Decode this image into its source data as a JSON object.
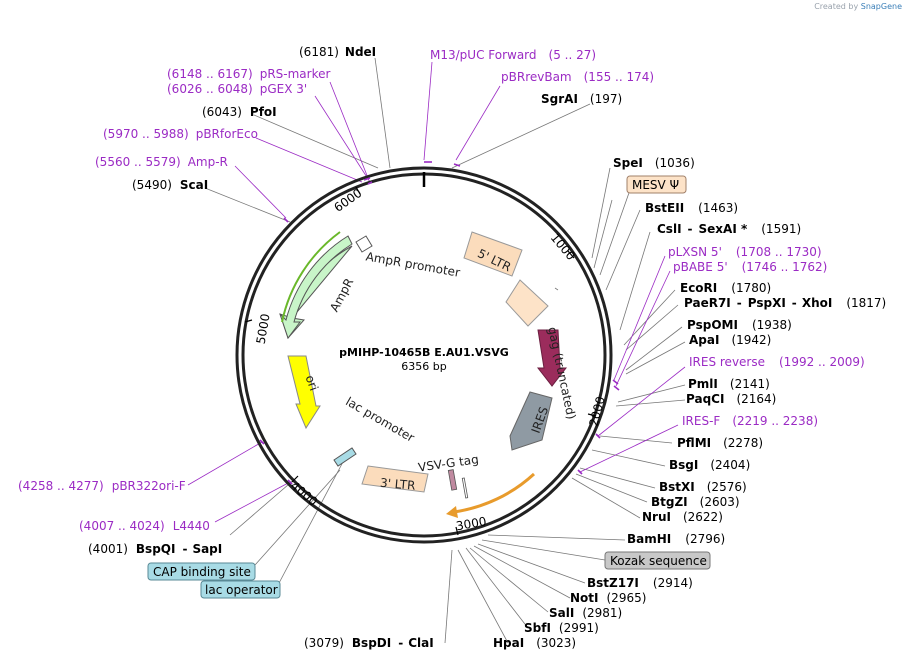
{
  "credit": {
    "prefix": "Created by",
    "brand": "SnapGene"
  },
  "plasmid": {
    "name": "pMIHP-10465B E.AU1.VSVG",
    "size": "6356 bp"
  },
  "ruler": [
    "1000",
    "2000",
    "3000",
    "4000",
    "5000",
    "6000"
  ],
  "features": {
    "ampr_promoter": "AmpR promoter",
    "ampr": "AmpR",
    "ltr5": "5' LTR",
    "gag": "gag (truncated)",
    "ires": "IRES",
    "ori": "ori",
    "lac_promoter": "lac promoter",
    "vsvg": "VSV-G tag",
    "ltr3": "3' LTR"
  },
  "labels": {
    "ndei": {
      "pos": "(6181)",
      "name": "NdeI"
    },
    "m13": {
      "name": "M13/pUC Forward",
      "range": "(5 .. 27)"
    },
    "prs": {
      "range": "(6148 .. 6167)",
      "name": "pRS-marker"
    },
    "pgex": {
      "range": "(6026 .. 6048)",
      "name": "pGEX 3'"
    },
    "pbrrev": {
      "name": "pBRrevBam",
      "range": "(155 .. 174)"
    },
    "sgrai": {
      "name": "SgrAI",
      "pos": "(197)"
    },
    "pfoi": {
      "pos": "(6043)",
      "name": "PfoI"
    },
    "pbrfor": {
      "range": "(5970 .. 5988)",
      "name": "pBRforEco"
    },
    "ampr_primer": {
      "range": "(5560 .. 5579)",
      "name": "Amp-R"
    },
    "scai": {
      "pos": "(5490)",
      "name": "ScaI"
    },
    "spei": {
      "name": "SpeI",
      "pos": "(1036)"
    },
    "mesv": {
      "name": "MESV Ψ"
    },
    "bsteii": {
      "name": "BstEII",
      "pos": "(1463)"
    },
    "csli": {
      "name": "CslI",
      "sep": "-",
      "name2": "SexAI *",
      "pos": "(1591)"
    },
    "plxsn": {
      "name": "pLXSN 5'",
      "range": "(1708 .. 1730)"
    },
    "pbabe": {
      "name": "pBABE 5'",
      "range": "(1746 .. 1762)"
    },
    "ecori": {
      "name": "EcoRI",
      "pos": "(1780)"
    },
    "paer7i": {
      "name": "PaeR7I",
      "sep": "-",
      "name2": "PspXI",
      "sep2": "-",
      "name3": "XhoI",
      "pos": "(1817)"
    },
    "pspomi": {
      "name": "PspOMI",
      "pos": "(1938)"
    },
    "apai": {
      "name": "ApaI",
      "pos": "(1942)"
    },
    "iresrev": {
      "name": "IRES reverse",
      "range": "(1992 .. 2009)"
    },
    "pmli": {
      "name": "PmlI",
      "pos": "(2141)"
    },
    "paqci": {
      "name": "PaqCI",
      "pos": "(2164)"
    },
    "iresf": {
      "name": "IRES-F",
      "range": "(2219 .. 2238)"
    },
    "pflmi": {
      "name": "PflMI",
      "pos": "(2278)"
    },
    "bsgi": {
      "name": "BsgI",
      "pos": "(2404)"
    },
    "bstxi": {
      "name": "BstXI",
      "pos": "(2576)"
    },
    "btgzi": {
      "name": "BtgZI",
      "pos": "(2603)"
    },
    "nrui": {
      "name": "NruI",
      "pos": "(2622)"
    },
    "bamhi": {
      "name": "BamHI",
      "pos": "(2796)"
    },
    "kozak": {
      "name": "Kozak sequence"
    },
    "bstz17i": {
      "name": "BstZ17I",
      "pos": "(2914)"
    },
    "noti": {
      "name": "NotI",
      "pos": "(2965)"
    },
    "sali": {
      "name": "SalI",
      "pos": "(2981)"
    },
    "sbfi": {
      "name": "SbfI",
      "pos": "(2991)"
    },
    "hpai": {
      "name": "HpaI",
      "pos": "(3023)"
    },
    "bspdi": {
      "pos": "(3079)",
      "name": "BspDI",
      "sep": "-",
      "name2": "ClaI"
    },
    "pbr322": {
      "range": "(4258 .. 4277)",
      "name": "pBR322ori-F"
    },
    "l4440": {
      "range": "(4007 .. 4024)",
      "name": "L4440"
    },
    "bspqi": {
      "pos": "(4001)",
      "name": "BspQI",
      "sep": "-",
      "name2": "SapI"
    },
    "cap": {
      "name": "CAP binding site"
    },
    "lacop": {
      "name": "lac operator"
    }
  },
  "colors": {
    "backbone": "#222222",
    "primer": "#9b2bc4",
    "ampr_fill": "#c8f5c8",
    "ltr_fill": "#fbdcbc",
    "gag_fill": "#9b2c5c",
    "ires_fill": "#8f9aa3",
    "ori_fill": "#ffff00",
    "vsvg_fill": "#c08aa0",
    "kozak_fill": "#c8c8c8",
    "lac_fill": "#a8dbe5",
    "mesv_fill": "#fde3c8"
  }
}
